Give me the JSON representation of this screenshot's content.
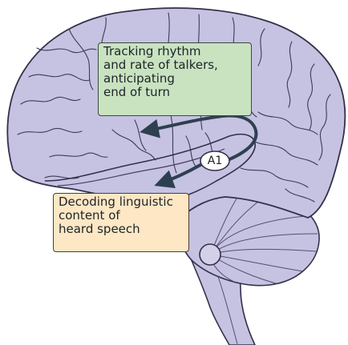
{
  "callouts": {
    "green": {
      "lines": [
        "Tracking rhythm",
        "and rate of talkers,",
        "anticipating",
        "end of turn"
      ],
      "fill": "#c9e3c1"
    },
    "orange": {
      "lines": [
        "Decoding linguistic",
        "content of",
        "heard speech"
      ],
      "fill": "#fde7c5"
    }
  },
  "region_label": "A1",
  "colors": {
    "brain_fill": "#c6c2e2",
    "brain_outline": "#34304a",
    "arrow": "#2e4050"
  }
}
